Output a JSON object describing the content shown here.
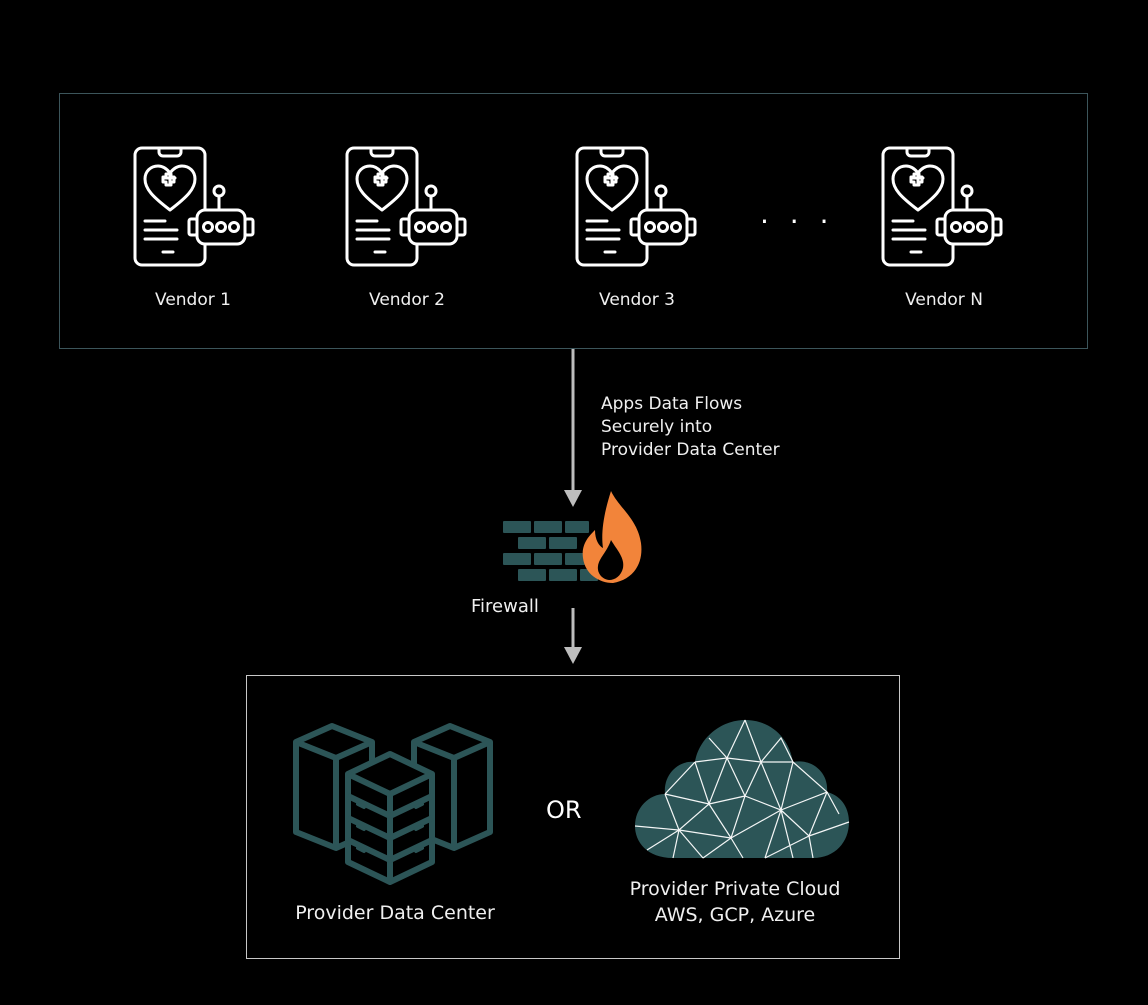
{
  "vendors": [
    {
      "label": "Vendor 1"
    },
    {
      "label": "Vendor 2"
    },
    {
      "label": "Vendor 3"
    },
    {
      "label": "Vendor N"
    }
  ],
  "ellipsis": "· · ·",
  "flow": {
    "line1": "Apps Data Flows",
    "line2": "Securely into",
    "line3": "Provider Data Center"
  },
  "firewall": {
    "label": "Firewall"
  },
  "destinations": {
    "data_center": "Provider Data Center",
    "or": "OR",
    "cloud_line1": "Provider Private Cloud",
    "cloud_line2": "AWS, GCP, Azure"
  },
  "colors": {
    "teal": "#2c5557",
    "flame": "#f2843a",
    "border_top": "#3c555b",
    "border_bottom": "#c8c8c8",
    "arrow": "#bdbdbd"
  },
  "icons": {
    "vendor": "health-app-robot-icon",
    "firewall": "firewall-icon",
    "data_center": "server-cluster-icon",
    "cloud": "private-cloud-icon"
  }
}
